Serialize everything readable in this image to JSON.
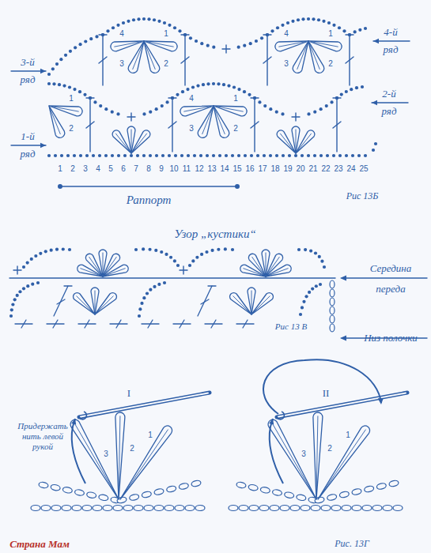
{
  "diagram": {
    "title": "Узор „кустики“",
    "labels": [
      "1-й ряд",
      "2-й ряд",
      "3-й ряд",
      "4-й ряд",
      "1",
      "2",
      "3",
      "4",
      "5",
      "6",
      "7",
      "8",
      "9",
      "10",
      "11",
      "12",
      "13",
      "14",
      "15",
      "16",
      "17",
      "18",
      "19",
      "20",
      "21",
      "22",
      "23",
      "24",
      "25",
      "Раппорт",
      "Рис 13Б",
      "4",
      "1",
      "3",
      "2",
      "4",
      "1",
      "3",
      "2",
      "1",
      "2",
      "4",
      "1",
      "3",
      "2",
      "Середина переда",
      "Низ полочки",
      "Рис 13 В",
      "I",
      "II",
      "Придержать нить левой рукой",
      "3",
      "2",
      "1",
      "3",
      "2",
      "1",
      "Рис. 13Г",
      "Страна Мам"
    ]
  }
}
